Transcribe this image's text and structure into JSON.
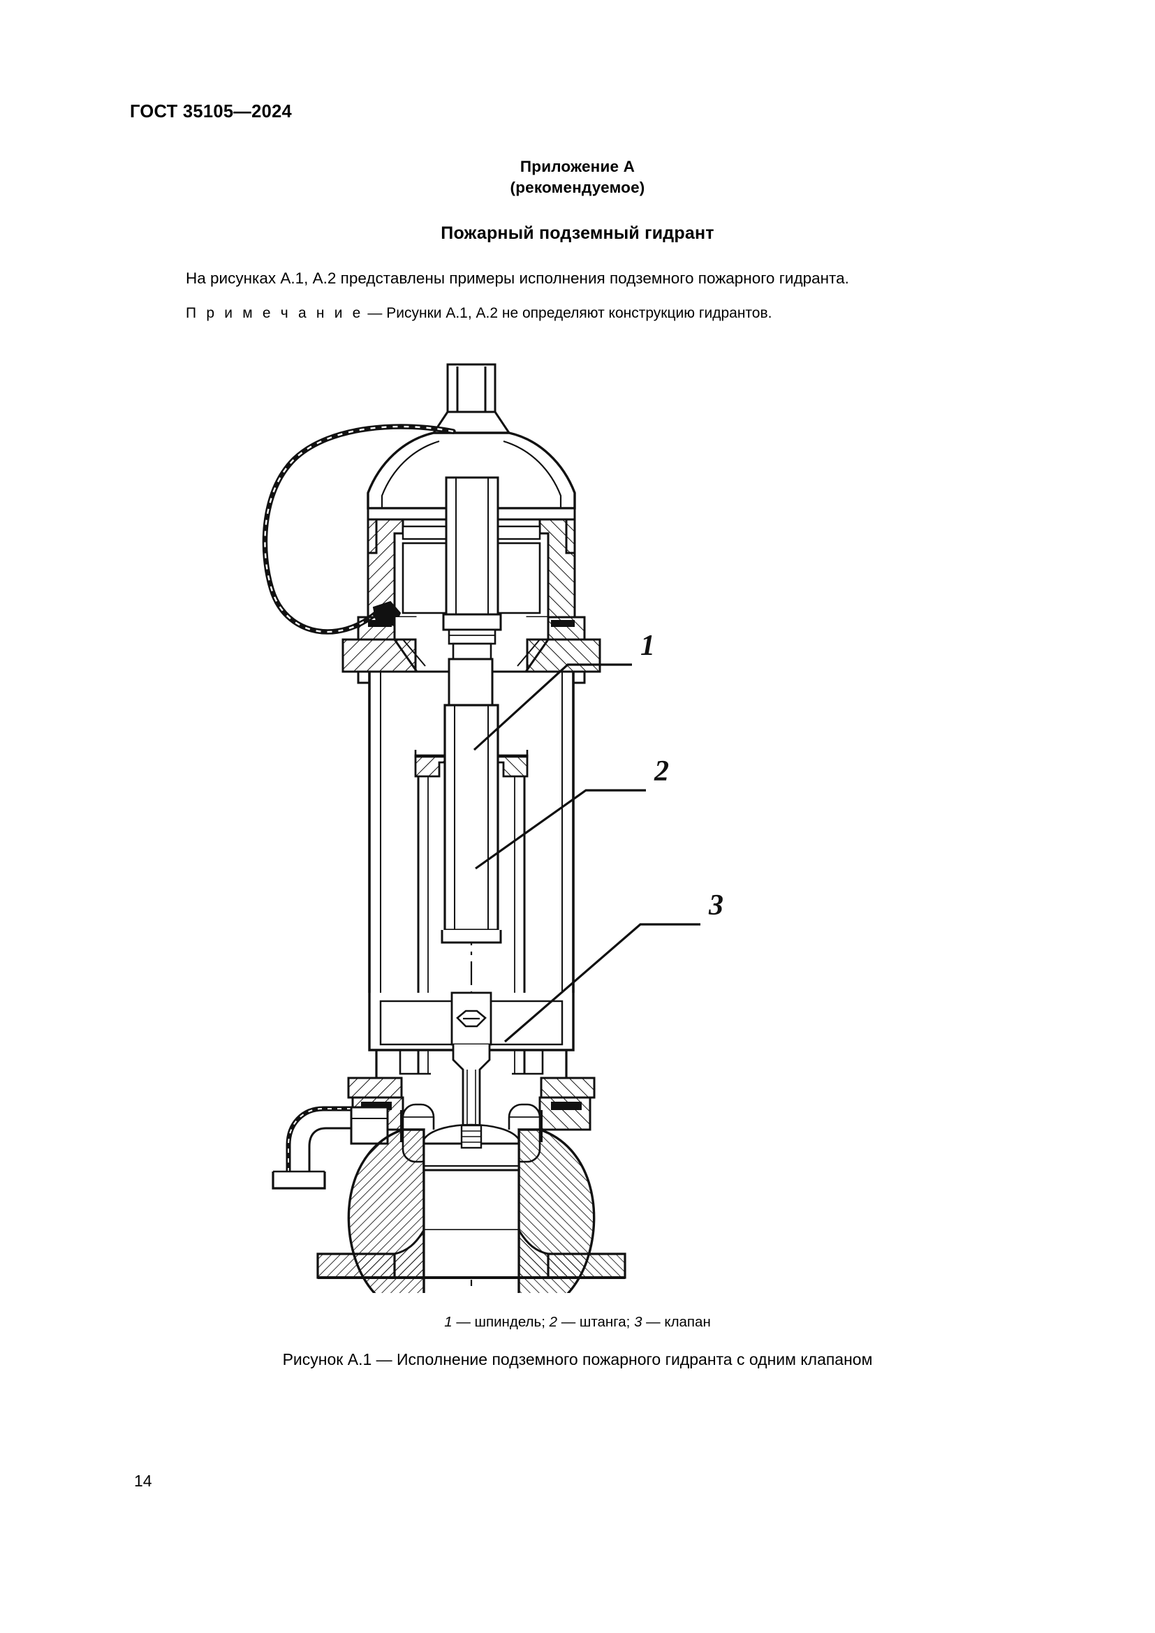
{
  "document": {
    "standard_header": "ГОСТ 35105—2024",
    "page_number": "14"
  },
  "annex": {
    "title": "Приложение А",
    "status": "(рекомендуемое)",
    "section_title": "Пожарный подземный гидрант"
  },
  "body": {
    "paragraph_1": "На рисунках А.1, А.2 представлены примеры исполнения подземного пожарного гидранта.",
    "note_label": "П р и м е ч а н и е",
    "note_text": " — Рисунки А.1, А.2 не определяют конструкцию гидрантов."
  },
  "figure": {
    "caption": "Рисунок А.1 — Исполнение подземного пожарного гидранта с одним клапаном",
    "legend": [
      {
        "index": "1",
        "dash": " — ",
        "name": "шпиндель;"
      },
      {
        "index": "2",
        "dash": " — ",
        "name": "штанга;"
      },
      {
        "index": "3",
        "dash": " — ",
        "name": "клапан"
      }
    ],
    "legend_flat": "1 — шпиндель; 2 — штанга; 3 — клапан",
    "callouts": [
      {
        "label": "1",
        "target": "шпиндель"
      },
      {
        "label": "2",
        "target": "штанга"
      },
      {
        "label": "3",
        "target": "клапан"
      }
    ],
    "parts": {
      "cap_chain": "цепь крышки",
      "dome_cap": "крышка",
      "operating_nut": "квадрат под ключ",
      "upper_flange": "верхний фланец",
      "barrel": "корпус (стояк)",
      "spindle": "шпиндель",
      "rod": "штанга",
      "valve_body": "корпус клапана",
      "drain_elbow": "сливное колено",
      "valve": "клапан",
      "base_flange": "опорный фланец",
      "centerline": "осевая линия"
    },
    "colors": {
      "line": "#111111",
      "paper": "#ffffff"
    }
  }
}
